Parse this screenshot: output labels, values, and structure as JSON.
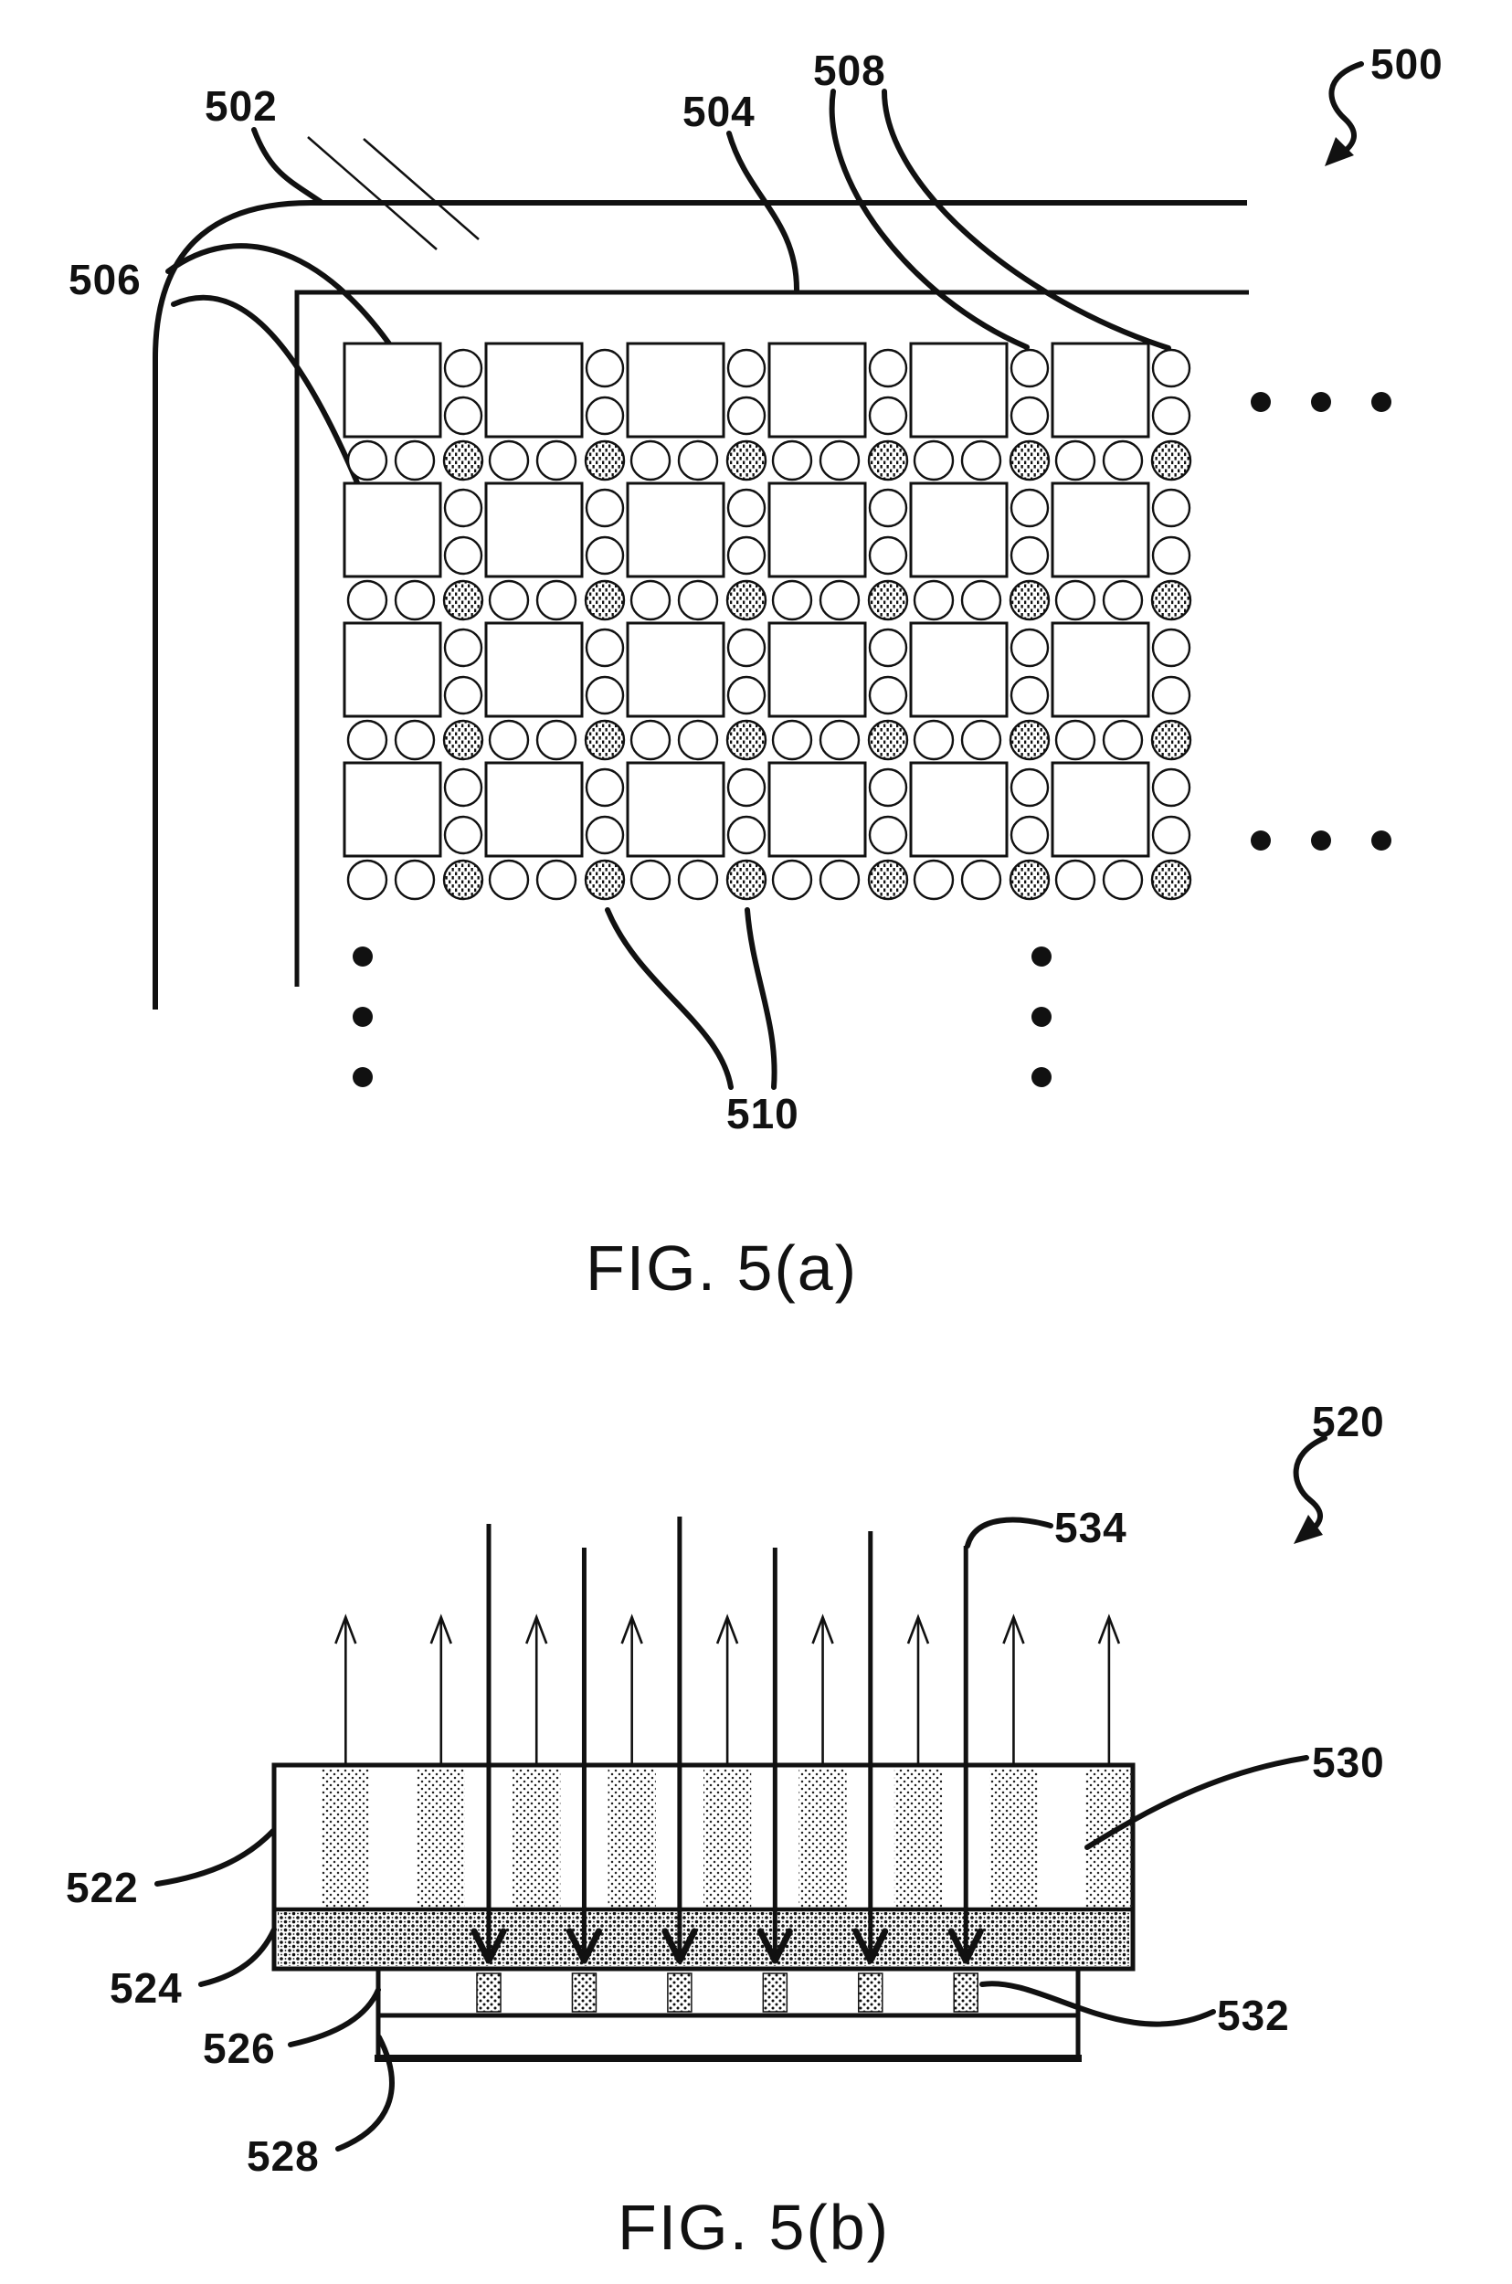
{
  "colors": {
    "ink": "#111111",
    "paper": "#ffffff"
  },
  "fig_a": {
    "caption": "FIG. 5(a)",
    "ref_labels": {
      "r500": "500",
      "r502": "502",
      "r504": "504",
      "r506": "506",
      "r508": "508",
      "r510": "510"
    },
    "grid": {
      "rows": 4,
      "cols": 6,
      "plain_circles_per_unit": 2,
      "dotted_circles_per_unit": 1
    },
    "ellipsis": {
      "dots_per_group": 3,
      "right_groups": 2,
      "bottom_groups": 2
    }
  },
  "fig_b": {
    "caption": "FIG. 5(b)",
    "ref_labels": {
      "r520": "520",
      "r522": "522",
      "r524": "524",
      "r526": "526",
      "r528": "528",
      "r530": "530",
      "r532": "532",
      "r534": "534"
    },
    "up_arrow_count": 9,
    "down_arrow_count": 6,
    "emitter_stripe_count": 9,
    "aperture_box_count": 6
  }
}
